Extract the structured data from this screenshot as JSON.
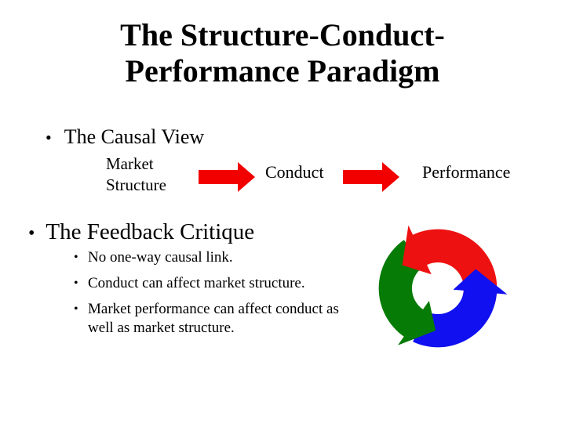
{
  "slide": {
    "title": {
      "line1": "The Structure-Conduct-",
      "line2": "Performance Paradigm"
    },
    "causal_view": {
      "bullet": "•",
      "heading": "The Causal View",
      "flow": {
        "source": "Market\nStructure",
        "middle": "Conduct",
        "end": "Performance"
      }
    },
    "feedback": {
      "bullet": "•",
      "heading": "The Feedback Critique",
      "items": [
        {
          "bullet": "•",
          "text": "No one-way causal link."
        },
        {
          "bullet": "•",
          "text": "Conduct can affect market structure."
        },
        {
          "bullet": "•",
          "text": "Market performance can affect conduct as well as market structure."
        }
      ]
    },
    "diagram": {
      "type": "cycle-arrows",
      "direction": "counterclockwise"
    },
    "colors": {
      "arrow_red": "#f20000",
      "cycle_red": "#ee1111",
      "cycle_green": "#067b06",
      "cycle_blue": "#1010f0",
      "text": "#000000",
      "background": "#ffffff"
    }
  }
}
